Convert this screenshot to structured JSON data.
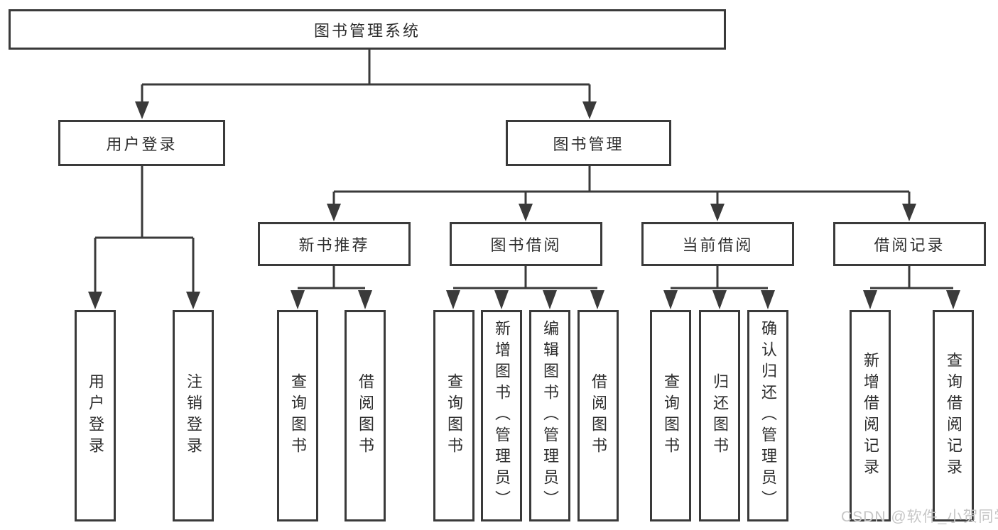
{
  "diagram": {
    "root": {
      "label": "图书管理系统"
    },
    "branches": [
      {
        "label": "用户登录",
        "children": [
          {
            "label": "用户登录"
          },
          {
            "label": "注销登录"
          }
        ]
      },
      {
        "label": "图书管理",
        "children": [
          {
            "label": "新书推荐",
            "children": [
              {
                "label": "查询图书"
              },
              {
                "label": "借阅图书"
              }
            ]
          },
          {
            "label": "图书借阅",
            "children": [
              {
                "label": "查询图书"
              },
              {
                "label": "新增图书（管理员）"
              },
              {
                "label": "编辑图书（管理员）"
              },
              {
                "label": "借阅图书"
              }
            ]
          },
          {
            "label": "当前借阅",
            "children": [
              {
                "label": "查询图书"
              },
              {
                "label": "归还图书"
              },
              {
                "label": "确认归还（管理员）"
              }
            ]
          },
          {
            "label": "借阅记录",
            "children": [
              {
                "label": "新增借阅记录"
              },
              {
                "label": "查询借阅记录"
              }
            ]
          }
        ]
      }
    ]
  },
  "watermark": {
    "text": "CSDN @软件_小贺同学",
    "color": "#c6c6c6"
  },
  "colors": {
    "line": "#3a3a3a",
    "box_border": "#3a3a3a",
    "text": "#2d2d2d",
    "background": "#ffffff"
  }
}
